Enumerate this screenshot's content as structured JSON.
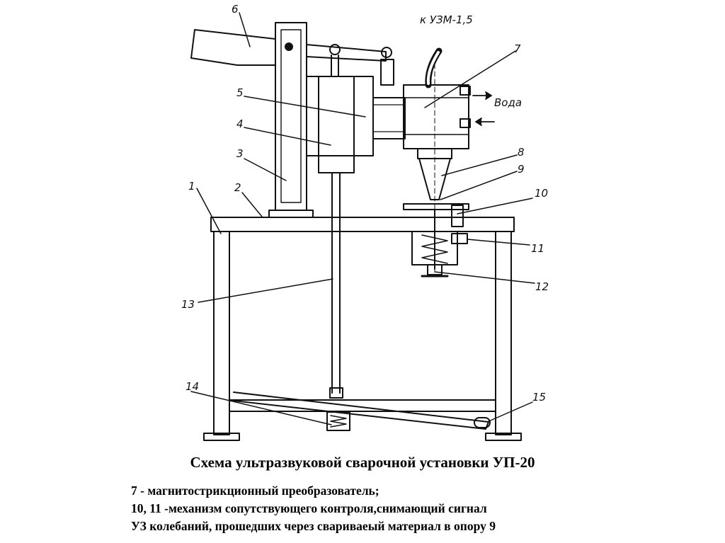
{
  "labels": {
    "l1": "1",
    "l2": "2",
    "l3": "3",
    "l4": "4",
    "l5": "5",
    "l6": "6",
    "l7": "7",
    "l8": "8",
    "l9": "9",
    "l10": "10",
    "l11": "11",
    "l12": "12",
    "l13": "13",
    "l14": "14",
    "l15": "15",
    "uzm": "к УЗМ-1,5",
    "voda": "Вода"
  },
  "caption": {
    "title": "Схема ультразвуковой сварочной установки УП-20",
    "lines": [
      "7 - магнитострикционный преобразователь;",
      "10, 11 -механизм сопутствующего контроля,снимающий сигнал",
      "УЗ колебаний, прошедших через свариваеый материал в опору 9"
    ]
  }
}
